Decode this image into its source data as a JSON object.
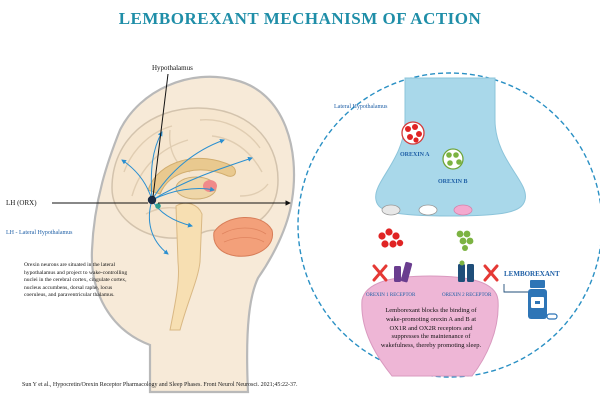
{
  "title": "LEMBOREXANT MECHANISM OF ACTION",
  "brain": {
    "hypothalamus_label": "Hypothalamus",
    "lh_label": "LH (ORX)",
    "lh_legend": "LH - Lateral Hypothalamus",
    "description": "Orexin neurons are situated in the lateral hypothalamus and project to wake-controlling nuclei in the cerebral cortex, cingulate cortex, nucleus accumbens, dorsal raphe, locus coeruleus, and paraventricular thalamus."
  },
  "synapse": {
    "region_label": "Lateral Hypothalamus",
    "orexin_a_label": "OREXIN A",
    "orexin_b_label": "OREXIN B",
    "drug_label": "LEMBOREXANT",
    "receptor1_label": "OREXIN 1 RECEPTOR",
    "receptor2_label": "OREXIN 2 RECEPTOR",
    "mechanism_note": "Lemborexant blocks the binding of wake-promoting orexin A and B at OX1R and OX2R receptors and suppresses the maintenance of wakefulness, thereby promoting sleep."
  },
  "citation": "Sun Y et al., Hypocretin/Orexin Receptor Pharmacology and Sleep Phases. Front Neurol Neurosci. 2021;45:22-37.",
  "colors": {
    "title": "#1f8ea8",
    "presynaptic": "#a9d8ea",
    "postsynaptic": "#eeb6d6",
    "orexin_a": "#e02424",
    "orexin_b": "#7cb342",
    "receptor_ox1": "#6a3d8f",
    "receptor_ox2": "#1f4e79",
    "block_x": "#e53935",
    "drug_bottle": "#2e75b6"
  }
}
